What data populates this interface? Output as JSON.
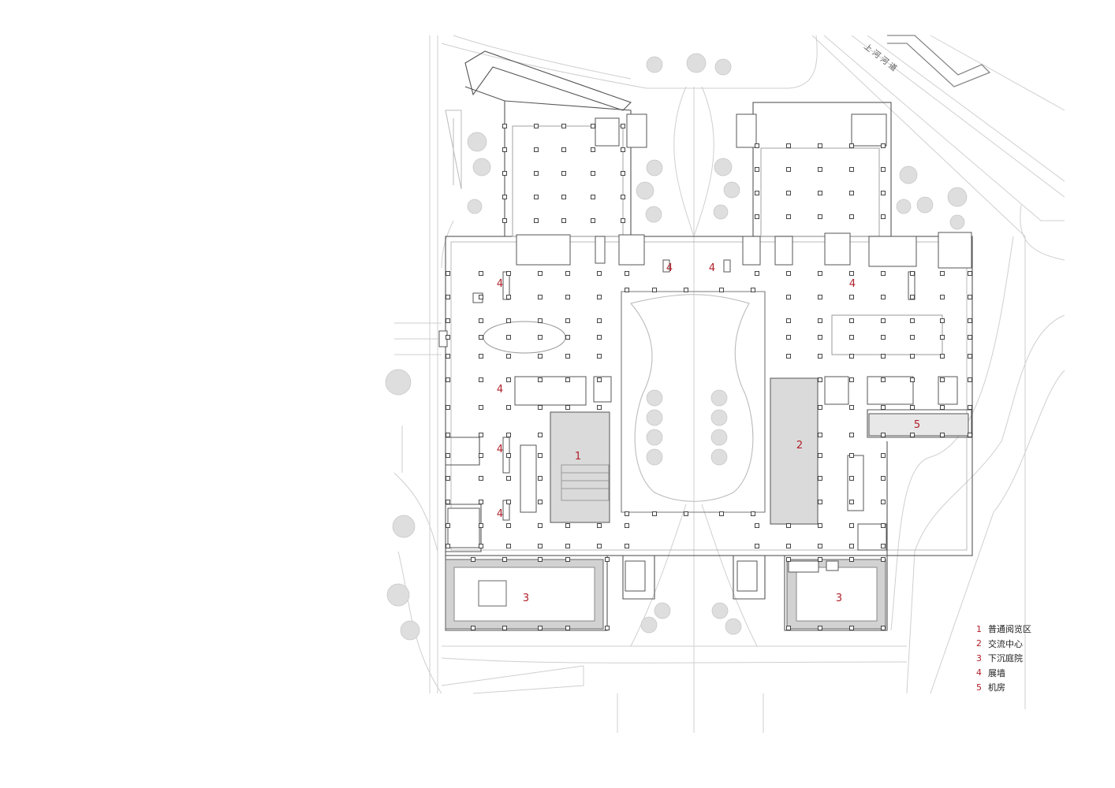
{
  "legend": [
    {
      "num": "1",
      "label": "普通阅览区"
    },
    {
      "num": "2",
      "label": "交流中心"
    },
    {
      "num": "3",
      "label": "下沉庭院"
    },
    {
      "num": "4",
      "label": "展墙"
    },
    {
      "num": "5",
      "label": "机房"
    }
  ],
  "road_label": "上 河 河 道",
  "room_numbers": {
    "reading_area": "1",
    "exchange_center": "2",
    "sunken_courtyard": "3",
    "exhibition_wall": "4",
    "machine_room": "5"
  },
  "colors": {
    "label_red": "#b0202a",
    "line_dark": "#444444",
    "line_light": "#c8c8c8",
    "fill_gray": "#dcdcdc",
    "tree_gray": "#d9d9d9"
  }
}
